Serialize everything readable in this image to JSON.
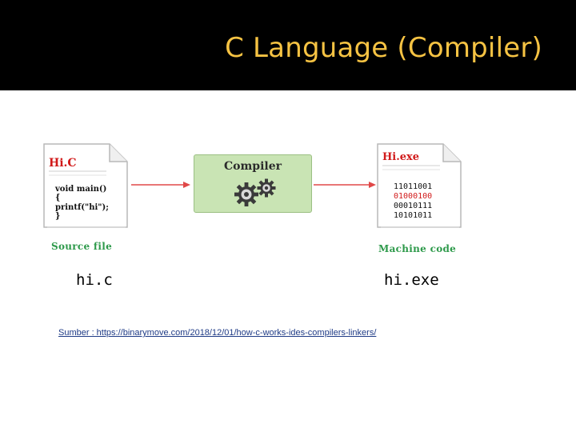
{
  "slide": {
    "title": "C Language (Compiler)",
    "source_text": "Sumber : https://binarymove.com/2018/12/01/how-c-works-ides-compilers-linkers/"
  },
  "diagram": {
    "source_doc": {
      "filename": "Hi.C",
      "code_lines": [
        "void main()",
        "{",
        "printf(\"hi\");",
        "}"
      ],
      "caption": "Source file",
      "caption_color": "#2e9a4b",
      "filename_color": "#d11a1a"
    },
    "compiler": {
      "label": "Compiler",
      "fill_color": "#c9e4b4"
    },
    "machine_doc": {
      "filename": "Hi.exe",
      "binary_lines": [
        "11011001",
        "01000100",
        "00010111",
        "10101011"
      ],
      "caption": "Machine code",
      "caption_color": "#2e9a4b",
      "filename_color": "#d11a1a"
    },
    "arrow_color": "#e04848"
  },
  "labels": {
    "left": "hi.c",
    "right": "hi.exe"
  },
  "colors": {
    "header_bg": "#000000",
    "title": "#f6c343",
    "link": "#1f3b86"
  }
}
